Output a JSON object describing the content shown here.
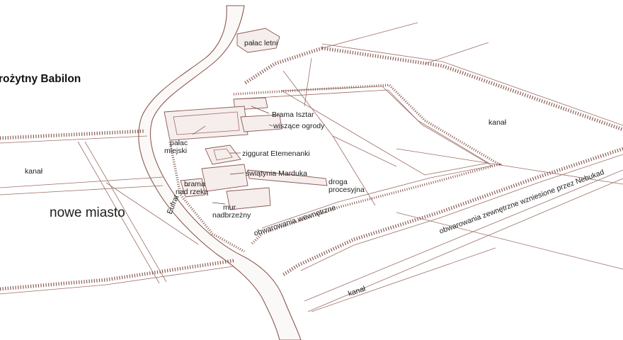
{
  "map": {
    "title": "rożytny Babilon",
    "labels": {
      "summer_palace": "pałac letni",
      "ishtar_gate": "Brama Isztar",
      "hanging_gardens": "wiszące ogrody",
      "city_palace_1": "pałac",
      "city_palace_2": "miejski",
      "ziggurat": "ziggurat Etemenanki",
      "marduk_temple": "świątynia Marduka",
      "procession_road_1": "droga",
      "procession_road_2": "procesyjna",
      "river_gate_1": "brama",
      "river_gate_2": "nad rzeką",
      "riverside_wall_1": "mur",
      "riverside_wall_2": "nadbrzeżny",
      "euphrates": "Eufrat",
      "inner_fortifications": "obwarowania wewnętrzne",
      "outer_fortifications": "obwarowania zewnętrzne wzniesione przez Nebukad",
      "new_city": "nowe miasto",
      "canal_west": "kanał",
      "canal_northeast": "kanał",
      "canal_south": "kanał"
    },
    "colors": {
      "line": "#8a5a52",
      "text": "#1d1d1d",
      "background": "#ffffff"
    }
  }
}
